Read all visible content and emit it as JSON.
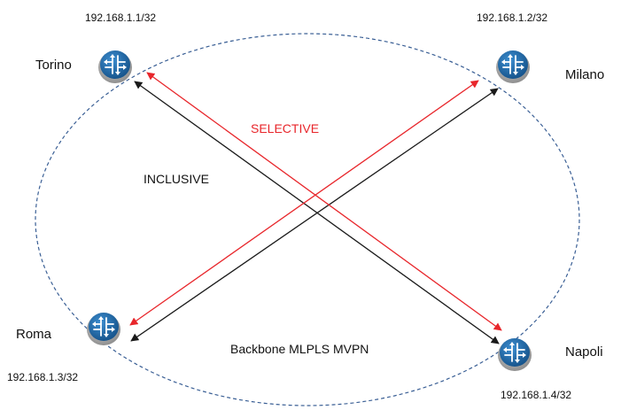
{
  "colors": {
    "inclusive": "#1a1a1a",
    "selective": "#e8262b",
    "backbone_border": "#3a5f95",
    "router_body": "#1f6aa8",
    "router_rim": "#a9a9a9"
  },
  "routers": [
    {
      "id": "torino",
      "name": "Torino",
      "ip": "192.168.1.1/32",
      "icon": "router-icon"
    },
    {
      "id": "milano",
      "name": "Milano",
      "ip": "192.168.1.2/32",
      "icon": "router-icon"
    },
    {
      "id": "roma",
      "name": "Roma",
      "ip": "192.168.1.3/32",
      "icon": "router-icon"
    },
    {
      "id": "napoli",
      "name": "Napoli",
      "ip": "192.168.1.4/32",
      "icon": "router-icon"
    }
  ],
  "tree_labels": {
    "selective": "SELECTIVE",
    "inclusive": "INCLUSIVE"
  },
  "backbone_label": "Backbone MLPLS MVPN"
}
